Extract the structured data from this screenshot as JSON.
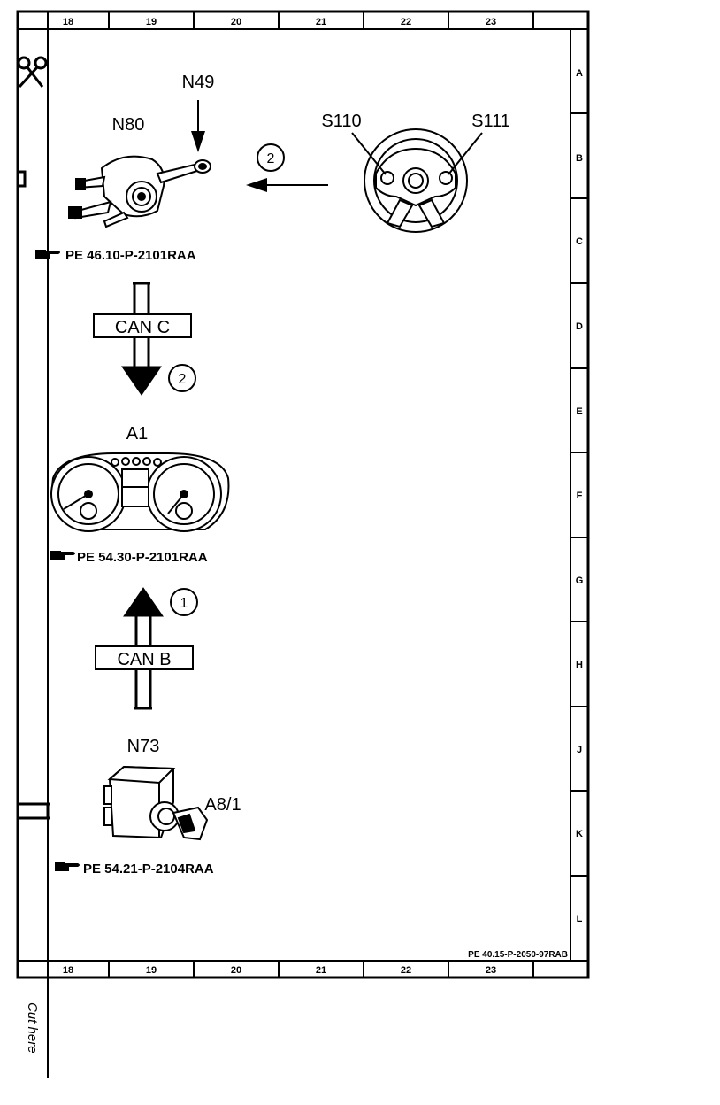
{
  "grid": {
    "columns": [
      "18",
      "19",
      "20",
      "21",
      "22",
      "23"
    ],
    "rows": [
      "A",
      "B",
      "C",
      "D",
      "E",
      "F",
      "G",
      "H",
      "J",
      "K",
      "L"
    ]
  },
  "components": {
    "n80": "N80",
    "n49": "N49",
    "s110": "S110",
    "s111": "S111",
    "a1": "A1",
    "n73": "N73",
    "a81": "A8/1"
  },
  "references": {
    "n80_ref": "PE 46.10-P-2101RAA",
    "a1_ref": "PE 54.30-P-2101RAA",
    "n73_ref": "PE 54.21-P-2104RAA"
  },
  "buses": {
    "can_c": "CAN C",
    "can_b": "CAN B"
  },
  "steps": {
    "steering_to_n80": "2",
    "can_c_step": "2",
    "can_b_step": "1"
  },
  "footer": {
    "doc_id": "PE 40.15-P-2050-97RAB",
    "cut_here": "Cut here"
  }
}
